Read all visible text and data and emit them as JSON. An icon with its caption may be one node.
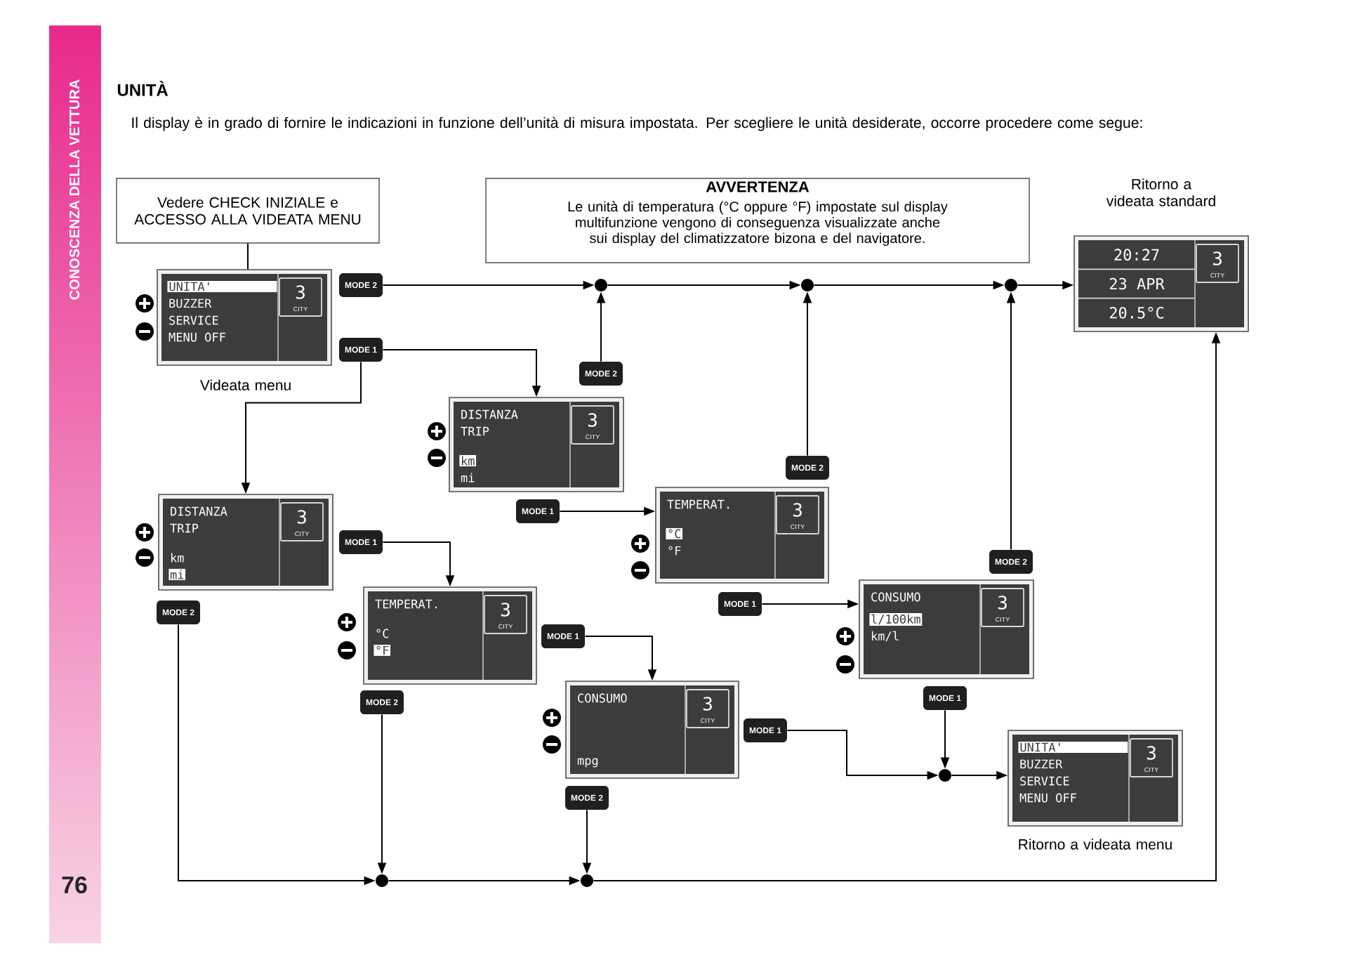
{
  "diagram": {
    "title": "UNITÀ",
    "nodes": [
      {
        "text": [
          "Vedere CHECK INIZIALE e ACCESSO ALLA VIDEATA MENU"
        ]
      },
      {
        "text": [
          "AVVERTENZA",
          "Le unità di temperatura (°C oppure °F) impostate sul display multifunzione vengono di conseguenza visualizzate anche sui display del climatizzatore bizona e del navigatore."
        ]
      },
      {
        "text": [
          "UNITA'",
          "BUZZER",
          "SERVICE",
          "MENU OFF",
          "3",
          "CITY"
        ],
        "beside": [
          "Videata menu"
        ]
      },
      {
        "text": [
          "MODE 2"
        ]
      },
      {
        "text": [
          "MODE 1"
        ]
      },
      {
        "text": [],
        "shape": "circle"
      },
      {
        "text": [],
        "shape": "circle"
      },
      {
        "text": [],
        "shape": "circle"
      },
      {
        "text": [
          "20:27",
          "23 APR",
          "20.5°C",
          "3",
          "CITY"
        ],
        "beside": [
          "Ritorno a videata standard"
        ]
      },
      {
        "text": [
          "MODE 2"
        ]
      },
      {
        "text": [
          "DISTANZA",
          "TRIP",
          "km",
          "mi",
          "3",
          "CITY"
        ]
      },
      {
        "text": [
          "MODE 2"
        ]
      },
      {
        "text": [
          "MODE 1"
        ]
      },
      {
        "text": [
          "TEMPERAT.",
          "°C",
          "°F",
          "3",
          "CITY"
        ]
      },
      {
        "text": [
          "MODE 2"
        ]
      },
      {
        "text": [
          "DISTANZA",
          "TRIP",
          "km",
          "mi",
          "3",
          "CITY"
        ]
      },
      {
        "text": [
          "MODE 1"
        ]
      },
      {
        "text": [
          "TEMPERAT.",
          "°C",
          "°F",
          "3",
          "CITY"
        ]
      },
      {
        "text": [
          "MODE 1"
        ]
      },
      {
        "text": [
          "CONSUMO",
          "l/100km",
          "km/l",
          "3",
          "CITY"
        ]
      },
      {
        "text": [
          "MODE 2"
        ]
      },
      {
        "text": [
          "MODE 1"
        ]
      },
      {
        "text": [
          "CONSUMO",
          "mpg",
          "3",
          "CITY"
        ]
      },
      {
        "text": [
          "MODE 2"
        ]
      },
      {
        "text": [
          "MODE 1"
        ]
      },
      {
        "text": [
          "MODE 1"
        ]
      },
      {
        "text": [
          "MODE 2"
        ]
      },
      {
        "text": [],
        "shape": "circle"
      },
      {
        "text": [
          "UNITA'",
          "BUZZER",
          "SERVICE",
          "MENU OFF",
          "3",
          "CITY"
        ],
        "beside": [
          "Ritorno a videata menu"
        ]
      },
      {
        "text": [],
        "shape": "circle"
      },
      {
        "text": [],
        "shape": "circle"
      }
    ],
    "edges": [
      {
        "from": 0,
        "to": 2,
        "arrow": "none"
      },
      {
        "from": 3,
        "to": 5,
        "arrow": "to"
      },
      {
        "from": 5,
        "to": 6,
        "arrow": "to"
      },
      {
        "from": 6,
        "to": 7,
        "arrow": "to"
      },
      {
        "from": 7,
        "to": 8,
        "arrow": "to"
      },
      {
        "from": 4,
        "to": 10,
        "arrow": "to"
      },
      {
        "from": 4,
        "to": 15,
        "arrow": "to"
      },
      {
        "from": 9,
        "to": 5,
        "arrow": "to"
      },
      {
        "from": 11,
        "to": 6,
        "arrow": "to"
      },
      {
        "from": 14,
        "to": 7,
        "arrow": "to"
      },
      {
        "from": 12,
        "to": 13,
        "arrow": "to"
      },
      {
        "from": 16,
        "to": 17,
        "arrow": "to"
      },
      {
        "from": 18,
        "to": 19,
        "arrow": "to"
      },
      {
        "from": 20,
        "to": 29,
        "arrow": "to"
      },
      {
        "from": 21,
        "to": 22,
        "arrow": "to"
      },
      {
        "from": 23,
        "to": 29,
        "arrow": "to"
      },
      {
        "from": 24,
        "to": 27,
        "arrow": "to"
      },
      {
        "from": 25,
        "to": 27,
        "arrow": "to"
      },
      {
        "from": 27,
        "to": 28,
        "arrow": "to"
      },
      {
        "from": 26,
        "to": 30,
        "arrow": "to"
      },
      {
        "from": 29,
        "to": 30,
        "arrow": "to"
      },
      {
        "from": 30,
        "to": 8,
        "arrow": "to"
      }
    ],
    "labels": [
      "CONOSCENZA DELLA VETTURA",
      "76",
      "Il display è in grado di fornire le indicazioni in funzione dell’unità di misura impostata. Per scegliere le unità desiderate, occorre procedere come segue:"
    ]
  }
}
